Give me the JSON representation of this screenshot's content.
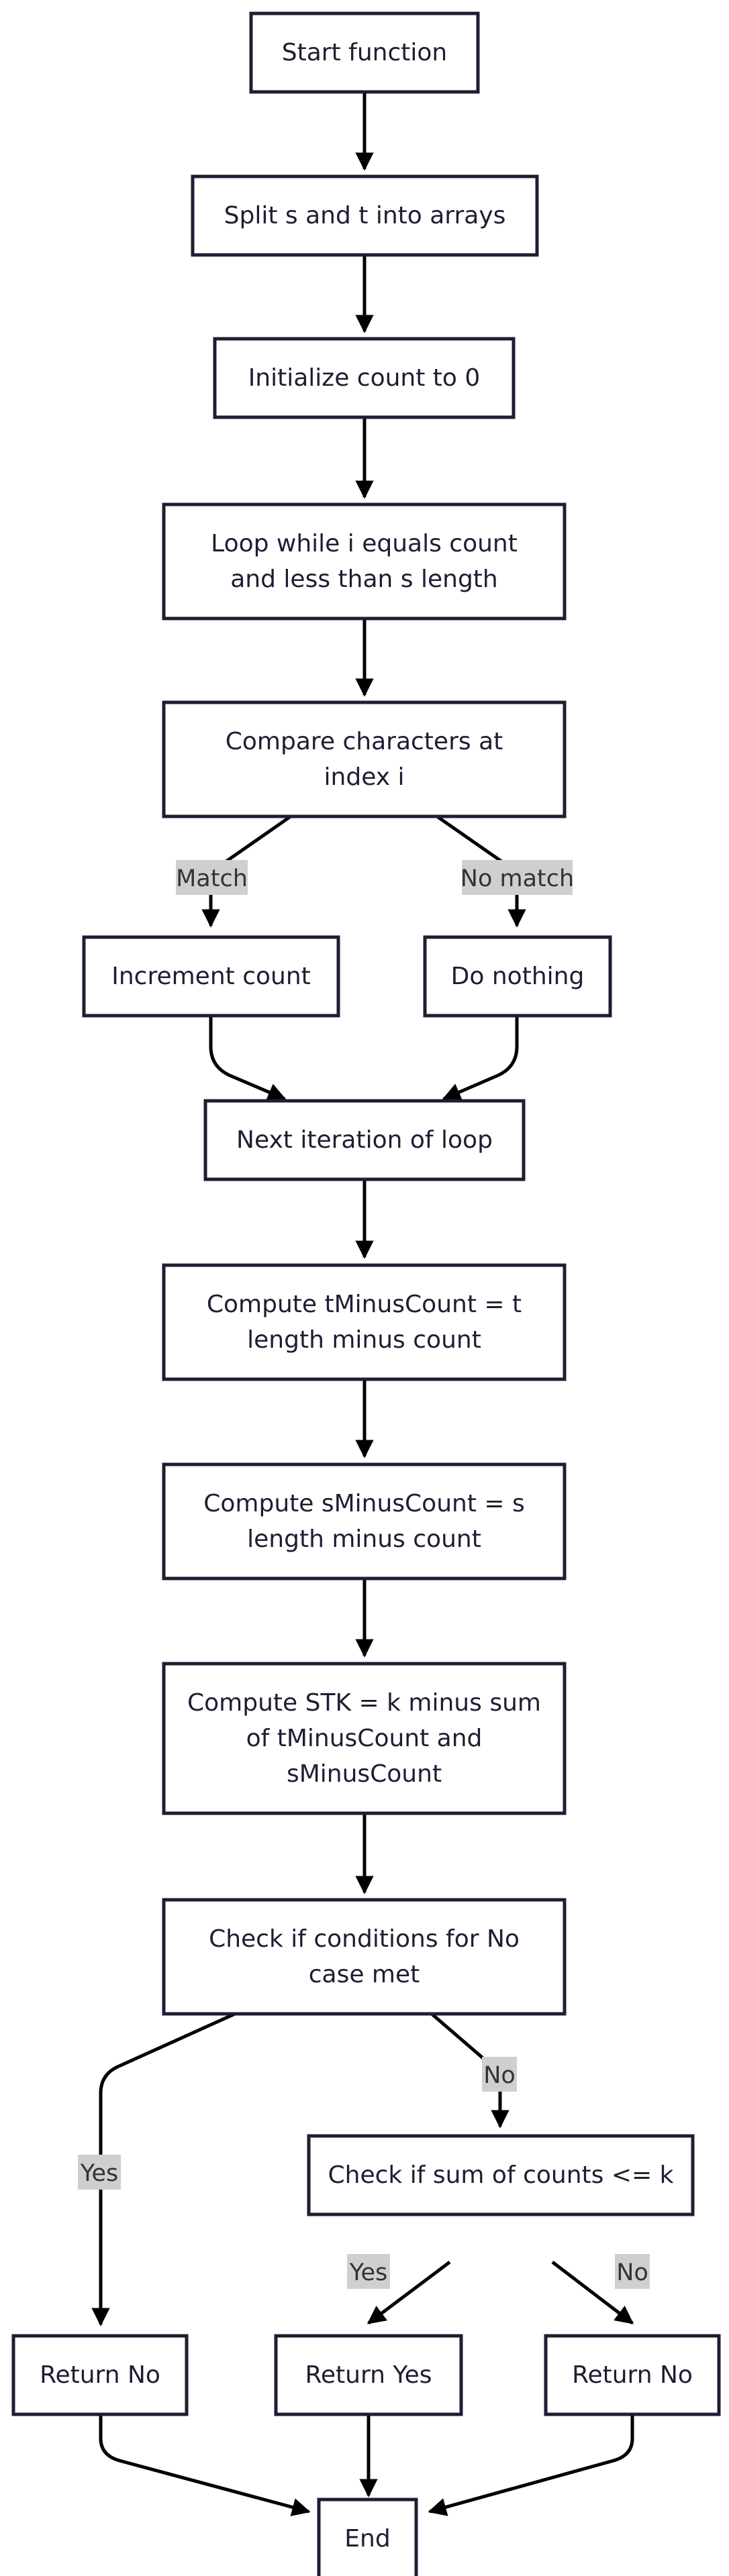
{
  "nodes": {
    "start": [
      "Start function"
    ],
    "split": [
      "Split s and t into arrays"
    ],
    "init": [
      "Initialize count to 0"
    ],
    "loop": [
      "Loop while i equals count",
      "and less than s length"
    ],
    "compare": [
      "Compare characters at",
      "index i"
    ],
    "increment": [
      "Increment count"
    ],
    "nothing": [
      "Do nothing"
    ],
    "next": [
      "Next iteration of loop"
    ],
    "tminus": [
      "Compute tMinusCount = t",
      "length minus count"
    ],
    "sminus": [
      "Compute sMinusCount = s",
      "length minus count"
    ],
    "stk": [
      "Compute STK = k minus sum",
      "of tMinusCount and",
      "sMinusCount"
    ],
    "check_no": [
      "Check if conditions for No",
      "case met"
    ],
    "check_sum": [
      "Check if sum of counts <= k"
    ],
    "return_no_1": [
      "Return No"
    ],
    "return_yes": [
      "Return Yes"
    ],
    "return_no_2": [
      "Return No"
    ],
    "end": [
      "End"
    ]
  },
  "edge_labels": {
    "match": "Match",
    "no_match": "No match",
    "yes_1": "Yes",
    "no_1": "No",
    "yes_2": "Yes",
    "no_2": "No"
  },
  "colors": {
    "node_border": "#1f1d33",
    "node_fill": "#ffffff",
    "edge": "#000000",
    "label_background": "#cfcfcf"
  }
}
